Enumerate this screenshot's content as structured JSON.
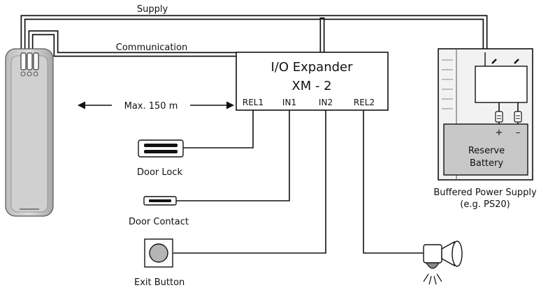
{
  "labels": {
    "supply": "Supply",
    "communication": "Communication",
    "distance": "Max. 150 m",
    "expander_title": "I/O Expander",
    "expander_model": "XM - 2",
    "pins": [
      "REL1",
      "IN1",
      "IN2",
      "REL2"
    ],
    "battery_line1": "Reserve",
    "battery_line2": "Battery",
    "plus": "+",
    "minus": "–",
    "psu_line1": "Buffered Power Supply",
    "psu_line2": "(e.g. PS20)",
    "door_lock": "Door Lock",
    "door_contact": "Door Contact",
    "exit_button": "Exit Button"
  },
  "icons": {
    "reader": "card-reader-icon",
    "lock": "door-lock-icon",
    "contact": "door-contact-icon",
    "button": "exit-button-icon",
    "siren": "siren-icon"
  },
  "colors": {
    "line": "#111111",
    "reader_body": "#cfcfcf",
    "reader_dark": "#7a7a7a",
    "psu_panel": "#f2f2f2",
    "battery": "#c8c8c8",
    "button_fill": "#b5b5b5"
  }
}
